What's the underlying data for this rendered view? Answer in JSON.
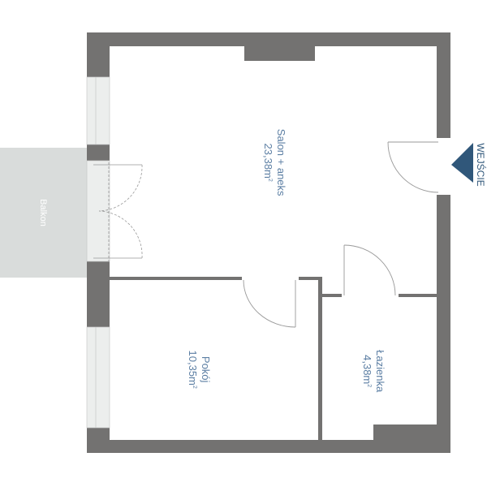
{
  "rooms": [
    {
      "name": "Salon + aneks",
      "area": "23,38m",
      "unit_sup": "2"
    },
    {
      "name": "Pokój",
      "area": "10,35m",
      "unit_sup": "2"
    },
    {
      "name": "Łazienka",
      "area": "4,38m",
      "unit_sup": "2"
    }
  ],
  "balcony": {
    "name": "Balkon"
  },
  "entrance": {
    "label": "WEJŚCIE"
  },
  "colors": {
    "wall": "#737271",
    "label": "#5b7ea3",
    "entrance": "#30577a",
    "balcony": "#d9dcdb"
  }
}
